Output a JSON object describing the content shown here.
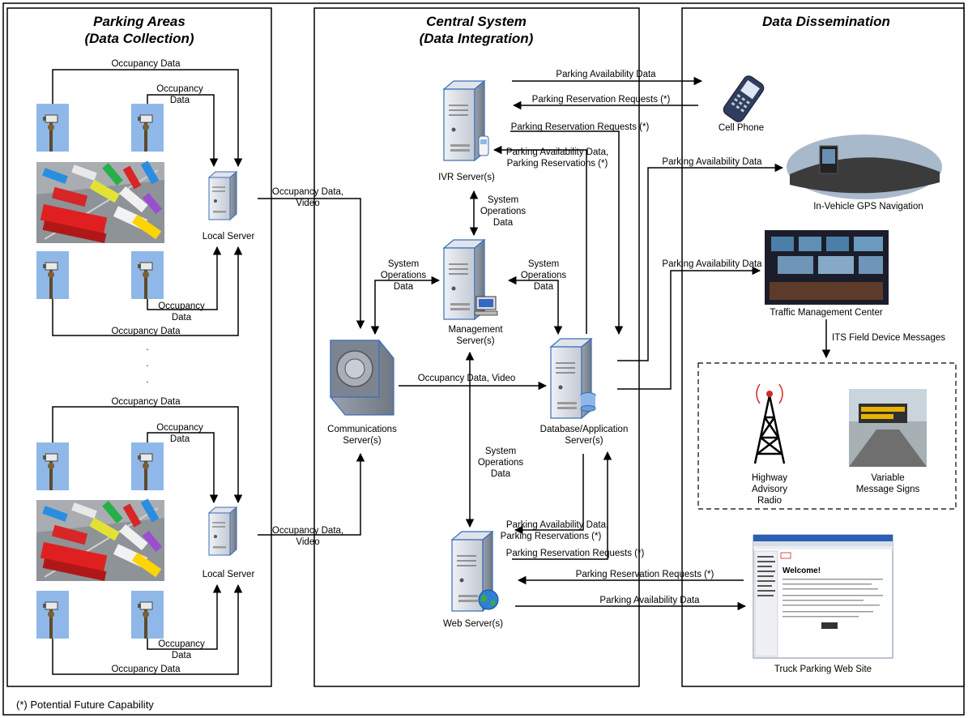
{
  "panels": {
    "parking": {
      "title_1": "Parking Areas",
      "title_2": "(Data Collection)"
    },
    "central": {
      "title_1": "Central System",
      "title_2": "(Data Integration)"
    },
    "dissemination": {
      "title_1": "Data Dissemination"
    }
  },
  "parking_top": {
    "occupancy_outer_top": "Occupancy Data",
    "occupancy_inner_top_1": "Occupancy",
    "occupancy_inner_top_2": "Data",
    "local_server": "Local Server",
    "occupancy_inner_bottom_1": "Occupancy",
    "occupancy_inner_bottom_2": "Data",
    "occupancy_outer_bottom": "Occupancy Data"
  },
  "parking_bottom": {
    "occupancy_outer_top": "Occupancy Data",
    "occupancy_inner_top_1": "Occupancy",
    "occupancy_inner_top_2": "Data",
    "local_server": "Local Server",
    "occupancy_inner_bottom_1": "Occupancy",
    "occupancy_inner_bottom_2": "Data",
    "occupancy_outer_bottom": "Occupancy Data"
  },
  "ellipsis": ".",
  "links": {
    "occ_video_top_1": "Occupancy Data,",
    "occ_video_top_2": "Video",
    "occ_video_bottom_1": "Occupancy Data,",
    "occ_video_bottom_2": "Video",
    "occ_video_central": "Occupancy Data, Video",
    "sys_ops_1": "System",
    "sys_ops_2": "Operations",
    "sys_ops_3": "Data",
    "pad": "Parking Availability Data",
    "prr": "Parking Reservation Requests (*)",
    "pad_pr_1": "Parking Availability Data,",
    "pad_pr_2": "Parking Reservations (*)",
    "its": "ITS Field Device Messages"
  },
  "nodes": {
    "ivr": "IVR Server(s)",
    "mgmt_1": "Management",
    "mgmt_2": "Server(s)",
    "comm_1": "Communications",
    "comm_2": "Server(s)",
    "db_1": "Database/Application",
    "db_2": "Server(s)",
    "web": "Web Server(s)",
    "cell": "Cell Phone",
    "gps": "In-Vehicle GPS Navigation",
    "tmc": "Traffic Management Center",
    "har_1": "Highway",
    "har_2": "Advisory",
    "har_3": "Radio",
    "vms_1": "Variable",
    "vms_2": "Message Signs",
    "website": "Truck Parking Web Site",
    "welcome": "Welcome!"
  },
  "footnote": "(*) Potential Future Capability"
}
